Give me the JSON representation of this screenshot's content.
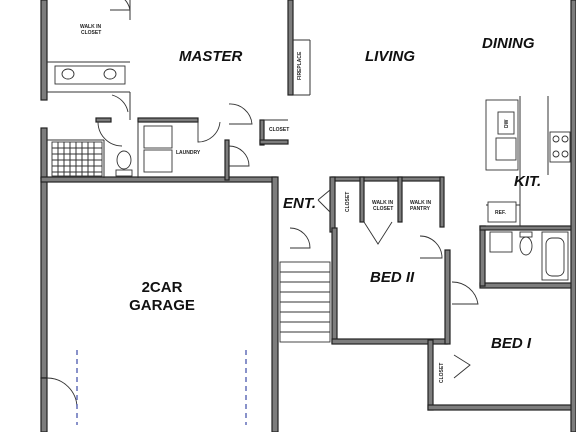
{
  "rooms": {
    "master": "MASTER",
    "living": "LIVING",
    "dining": "DINING",
    "kitchen": "KIT.",
    "entry": "ENT.",
    "bed2": "BED II",
    "bed1": "BED I",
    "garage_line1": "2CAR",
    "garage_line2": "GARAGE"
  },
  "labels": {
    "walk_in_closet_1": "WALK IN",
    "walk_in_closet_2": "CLOSET",
    "fireplace": "FIREPLACE",
    "closet": "CLOSET",
    "laundry": "LAUNDRY",
    "pantry_1": "WALK IN",
    "pantry_2": "PANTRY",
    "ref": "REF.",
    "dw": "DW"
  }
}
